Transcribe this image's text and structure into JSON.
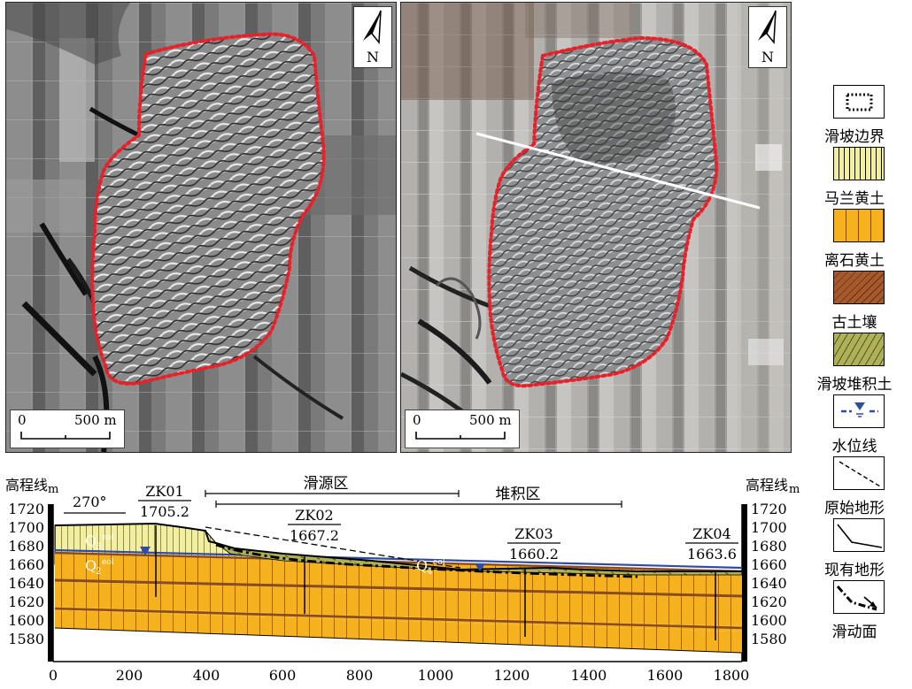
{
  "maps": {
    "left": {
      "north_label": "N",
      "scale": {
        "start": "0",
        "end": "500 m"
      }
    },
    "right": {
      "north_label": "N",
      "scale": {
        "start": "0",
        "end": "500 m"
      }
    }
  },
  "legend": [
    {
      "label": "滑坡边界",
      "pattern": "boundary"
    },
    {
      "label": "马兰黄土",
      "pattern": "malan"
    },
    {
      "label": "离石黄土",
      "pattern": "lishi"
    },
    {
      "label": "古土壤",
      "pattern": "paleosol"
    },
    {
      "label": "滑坡堆积土",
      "pattern": "deposit"
    },
    {
      "label": "水位线",
      "pattern": "water"
    },
    {
      "label": "原始地形",
      "pattern": "original"
    },
    {
      "label": "现有地形",
      "pattern": "current"
    },
    {
      "label": "滑动面",
      "pattern": "slip"
    }
  ],
  "section": {
    "left_axis_title": "高程线",
    "left_axis_unit": "m",
    "right_axis_title": "高程线",
    "right_axis_unit": "m",
    "y_ticks": [
      "1720",
      "1700",
      "1680",
      "1660",
      "1640",
      "1620",
      "1600",
      "1580"
    ],
    "x_ticks": [
      "0",
      "200",
      "400",
      "600",
      "800",
      "1000",
      "1200",
      "1400",
      "1600",
      "1800"
    ],
    "direction": "270°",
    "zones": [
      {
        "label": "滑源区"
      },
      {
        "label": "堆积区"
      }
    ],
    "boreholes": [
      {
        "name": "ZK01",
        "elev": "1705.2"
      },
      {
        "name": "ZK02",
        "elev": "1667.2"
      },
      {
        "name": "ZK03",
        "elev": "1660.2"
      },
      {
        "name": "ZK04",
        "elev": "1663.6"
      }
    ],
    "strata_labels": [
      {
        "base": "Q",
        "sub": "3",
        "sup": "eol"
      },
      {
        "base": "Q",
        "sub": "2",
        "sup": "eol"
      },
      {
        "base": "Q",
        "sub": "4",
        "sup": "eol"
      }
    ],
    "colors": {
      "malan": "#f3efa2",
      "lishi": "#f5b21e",
      "paleosol": "#a65a2c",
      "deposit": "#aeb157",
      "water": "#2f4ba2",
      "boundary": "#e8202a"
    }
  }
}
